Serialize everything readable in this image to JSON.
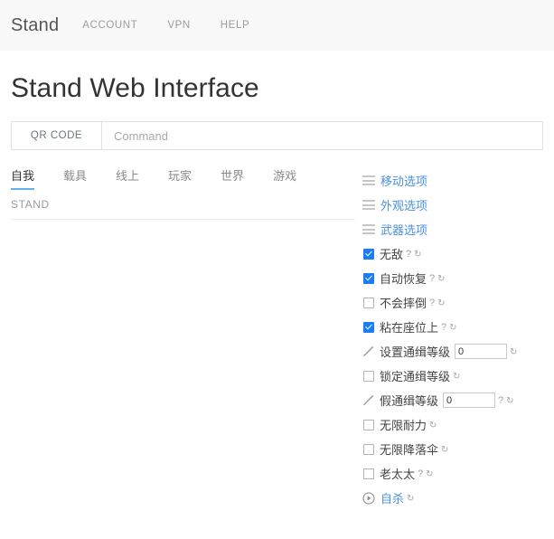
{
  "navbar": {
    "brand": "Stand",
    "links": [
      {
        "label": "ACCOUNT",
        "name": "account"
      },
      {
        "label": "VPN",
        "name": "vpn"
      },
      {
        "label": "HELP",
        "name": "help"
      }
    ]
  },
  "page": {
    "title": "Stand Web Interface"
  },
  "command_bar": {
    "qr_button": "QR CODE",
    "input_value": "",
    "input_placeholder": "Command"
  },
  "tabs": [
    {
      "label": "自我",
      "active": true
    },
    {
      "label": "载具",
      "active": false
    },
    {
      "label": "线上",
      "active": false
    },
    {
      "label": "玩家",
      "active": false
    },
    {
      "label": "世界",
      "active": false
    },
    {
      "label": "游戏",
      "active": false
    }
  ],
  "breadcrumb": "STAND",
  "colors": {
    "accent_link": "#4a90e2",
    "checkbox_checked": "#1a7ef2",
    "tab_underline": "#6ab0e8",
    "navbar_bg": "#f8f8f8"
  },
  "glyphs": {
    "help": "?",
    "loop": "↻"
  },
  "options": [
    {
      "icon": "hamburger-icon",
      "label": "移动选项",
      "type": "submenu",
      "link": true,
      "help": false,
      "loop": false,
      "input": null
    },
    {
      "icon": "hamburger-icon",
      "label": "外观选项",
      "type": "submenu",
      "link": true,
      "help": false,
      "loop": false,
      "input": null
    },
    {
      "icon": "hamburger-icon",
      "label": "武器选项",
      "type": "submenu",
      "link": true,
      "help": false,
      "loop": false,
      "input": null
    },
    {
      "icon": "checkbox-icon",
      "label": "无敌",
      "type": "toggle",
      "checked": true,
      "link": false,
      "help": true,
      "loop": true,
      "input": null
    },
    {
      "icon": "checkbox-icon",
      "label": "自动恢复",
      "type": "toggle",
      "checked": true,
      "link": false,
      "help": true,
      "loop": true,
      "input": null
    },
    {
      "icon": "checkbox-icon",
      "label": "不会摔倒",
      "type": "toggle",
      "checked": false,
      "link": false,
      "help": true,
      "loop": true,
      "input": null
    },
    {
      "icon": "checkbox-icon",
      "label": "粘在座位上",
      "type": "toggle",
      "checked": true,
      "link": false,
      "help": true,
      "loop": true,
      "input": null
    },
    {
      "icon": "pencil-icon",
      "label": "设置通缉等级",
      "type": "value",
      "link": false,
      "help": false,
      "loop": true,
      "input": "0"
    },
    {
      "icon": "checkbox-icon",
      "label": "锁定通缉等级",
      "type": "toggle",
      "checked": false,
      "link": false,
      "help": false,
      "loop": true,
      "input": null
    },
    {
      "icon": "pencil-icon",
      "label": "假通缉等级",
      "type": "value",
      "link": false,
      "help": true,
      "loop": true,
      "input": "0"
    },
    {
      "icon": "checkbox-icon",
      "label": "无限耐力",
      "type": "toggle",
      "checked": false,
      "link": false,
      "help": false,
      "loop": true,
      "input": null
    },
    {
      "icon": "checkbox-icon",
      "label": "无限降落伞",
      "type": "toggle",
      "checked": false,
      "link": false,
      "help": false,
      "loop": true,
      "input": null
    },
    {
      "icon": "checkbox-icon",
      "label": "老太太",
      "type": "toggle",
      "checked": false,
      "link": false,
      "help": true,
      "loop": true,
      "input": null
    },
    {
      "icon": "play-icon",
      "label": "自杀",
      "type": "action",
      "link": true,
      "help": false,
      "loop": true,
      "input": null
    }
  ]
}
